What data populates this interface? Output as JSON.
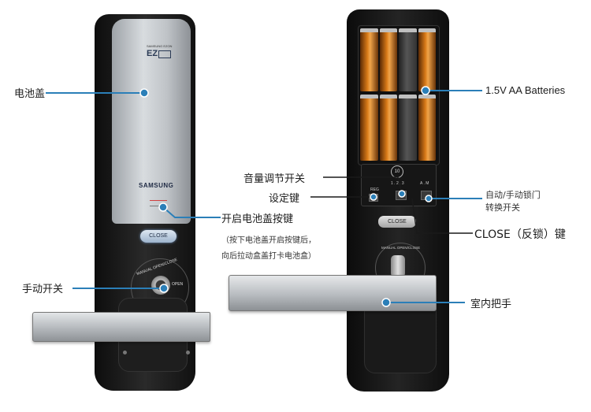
{
  "front": {
    "brand_badge": "EZ",
    "brand_small": "SAMSUNG EZON",
    "logo": "SAMSUNG",
    "close_button": "CLOSE",
    "dial_text": "MANUAL OPEN/CLOSE",
    "knob_mark": "OPEN"
  },
  "back": {
    "close_button": "CLOSE",
    "dial_text": "MANUAL OPEN/CLOSE",
    "setting_left": "REG",
    "setting_mid": "1 . 2 . 3",
    "setting_right": "A . M",
    "knob_mark": "10"
  },
  "labels": {
    "battery_cover": "电池盖",
    "open_battery_cover_button": "开启电池盖按键",
    "open_instruction_line1": "（按下电池盖开启按键后，",
    "open_instruction_line2": "向后拉动盒盖打卡电池盒）",
    "manual_switch": "手动开关",
    "batteries": "1.5V AA Batteries",
    "volume_switch": "音量调节开关",
    "setting_key": "设定键",
    "auto_manual_lock": "自动/手动锁门",
    "auto_manual_lock_2": "转换开关",
    "close_key": "CLOSE（反锁）键",
    "inside_handle": "室内把手"
  },
  "colors": {
    "accent": "#2b7fb8",
    "body_dark": "#1a1a1a",
    "silver": "#c4c8cc"
  }
}
